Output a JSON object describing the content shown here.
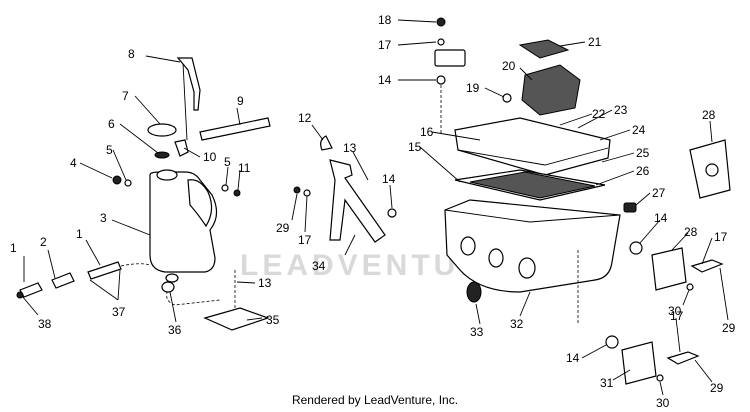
{
  "watermark": "LEADVENTURE",
  "footer": "Rendered by LeadVenture, Inc.",
  "callouts": {
    "c1a": "1",
    "c1b": "1",
    "c2": "2",
    "c3": "3",
    "c4": "4",
    "c5a": "5",
    "c5b": "5",
    "c6": "6",
    "c7": "7",
    "c8": "8",
    "c9": "9",
    "c10": "10",
    "c11": "11",
    "c12": "12",
    "c13a": "13",
    "c13b": "13",
    "c14a": "14",
    "c14b": "14",
    "c14c": "14",
    "c14d": "14",
    "c15": "15",
    "c16": "16",
    "c17a": "17",
    "c17b": "17",
    "c17c": "17",
    "c17d": "17",
    "c18": "18",
    "c19": "19",
    "c20": "20",
    "c21": "21",
    "c22": "22",
    "c23": "23",
    "c24": "24",
    "c25": "25",
    "c26": "26",
    "c27": "27",
    "c28a": "28",
    "c28b": "28",
    "c29a": "29",
    "c29b": "29",
    "c29c": "29",
    "c30a": "30",
    "c30b": "30",
    "c31": "31",
    "c32": "32",
    "c33": "33",
    "c34": "34",
    "c35": "35",
    "c36": "36",
    "c37": "37",
    "c38": "38"
  }
}
